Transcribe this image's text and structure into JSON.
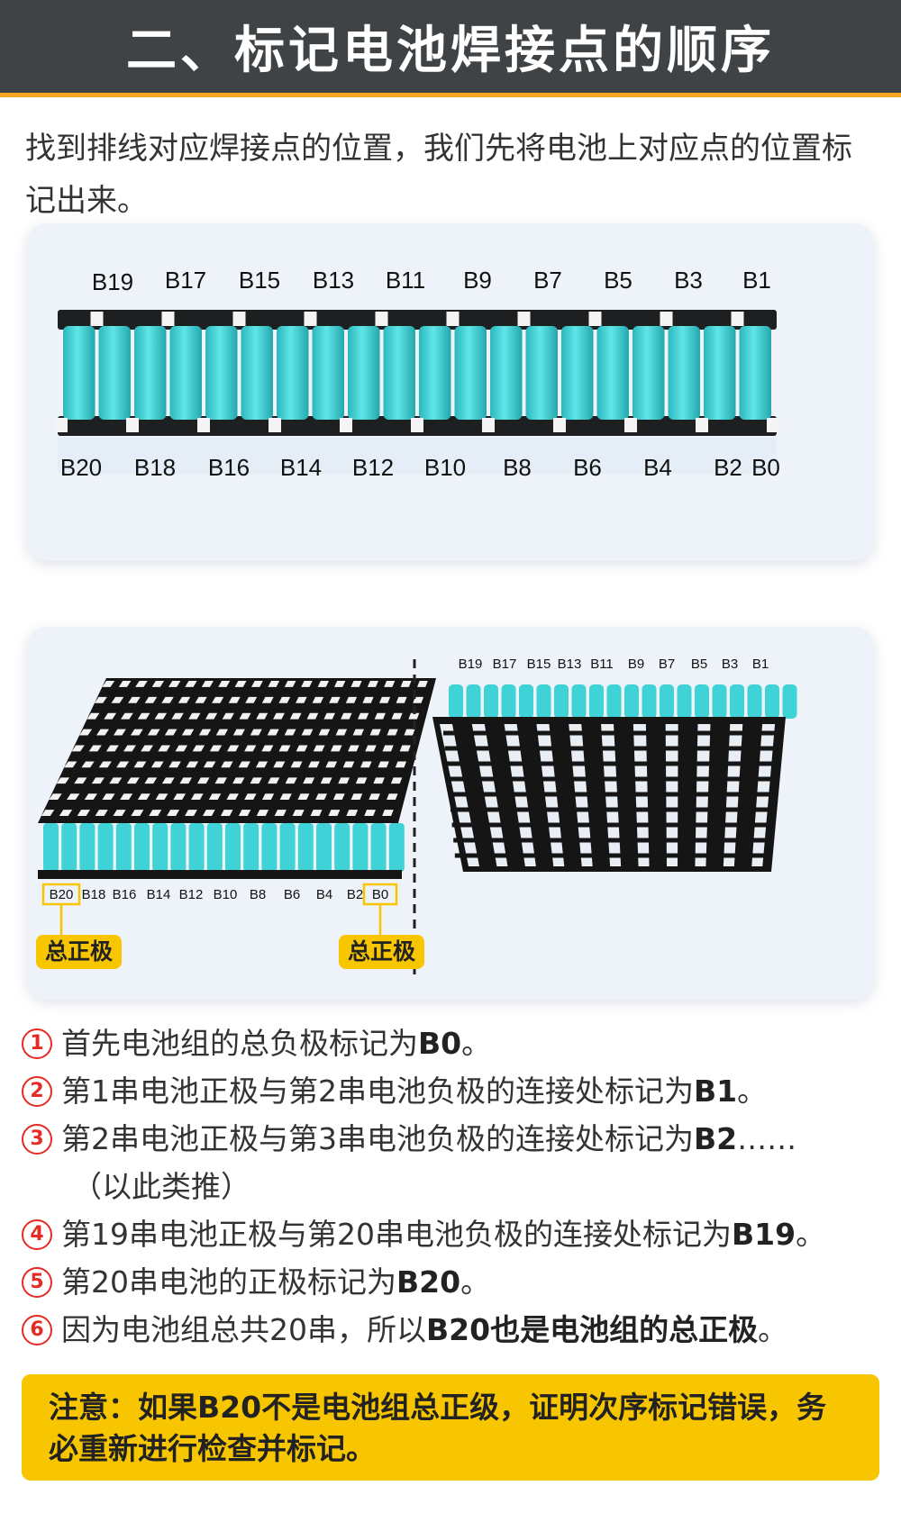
{
  "header": {
    "title": "二、标记电池焊接点的顺序"
  },
  "intro": {
    "text": "找到排线对应焊接点的位置，我们先将电池上对应点的位置标记出来。"
  },
  "figure1": {
    "top_labels": [
      "B19",
      "B17",
      "B15",
      "B13",
      "B11",
      "B9",
      "B7",
      "B5",
      "B3",
      "B1"
    ],
    "bottom_labels": [
      "B20",
      "B18",
      "B16",
      "B14",
      "B12",
      "B10",
      "B8",
      "B6",
      "B4",
      "B2",
      "B0"
    ]
  },
  "figure2": {
    "left_labels": [
      "B20",
      "B18",
      "B16",
      "B14",
      "B12",
      "B10",
      "B8",
      "B6",
      "B4",
      "B2",
      "B0"
    ],
    "right_labels": [
      "B19",
      "B17",
      "B15",
      "B13",
      "B11",
      "B9",
      "B7",
      "B5",
      "B3",
      "B1"
    ],
    "badge_left": "总正极",
    "badge_right": "总正极"
  },
  "steps": [
    {
      "num": "1",
      "text": "首先电池组的总负极标记为",
      "bold": "B0",
      "tail": "。"
    },
    {
      "num": "2",
      "text": "第1串电池正极与第2串电池负极的连接处标记为",
      "bold": "B1",
      "tail": "。"
    },
    {
      "num": "3",
      "text": "第2串电池正极与第3串电池负极的连接处标记为",
      "bold": "B2",
      "tail": "……"
    },
    {
      "num": "",
      "text": "（以此类推）",
      "bold": "",
      "tail": ""
    },
    {
      "num": "4",
      "text": "第19串电池正极与第20串电池负极的连接处标记为",
      "bold": "B19",
      "tail": "。"
    },
    {
      "num": "5",
      "text": "第20串电池的正极标记为",
      "bold": "B20",
      "tail": "。"
    },
    {
      "num": "6",
      "text": "因为电池组总共20串，所以",
      "bold": "B20也是电池组的总正极",
      "tail": "。"
    }
  ],
  "note": {
    "text": "注意：如果B20不是电池组总正级，证明次序标记错误，务必重新进行检查并标记。"
  },
  "colors": {
    "header_bg": "#3f4345",
    "accent": "#f6a623",
    "cell": "#3fd3d7",
    "badge": "#f7c600",
    "step_num": "#e52b24"
  }
}
